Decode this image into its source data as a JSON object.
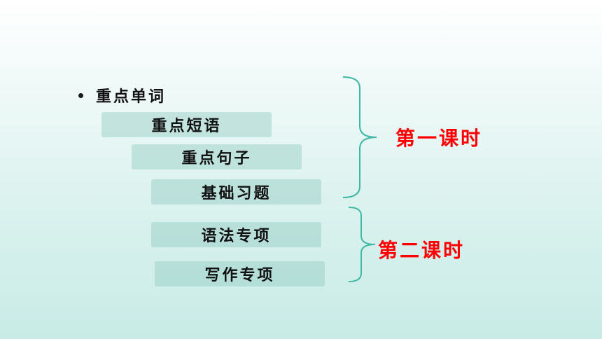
{
  "bullet": {
    "label": "重点单词"
  },
  "items": [
    {
      "label": "重点短语"
    },
    {
      "label": "重点句子"
    },
    {
      "label": "基础习题"
    },
    {
      "label": "语法专项"
    },
    {
      "label": "写作专项"
    }
  ],
  "lessons": [
    {
      "label": "第一课时",
      "color": "#ff0000"
    },
    {
      "label": "第二课时",
      "color": "#ff0000"
    }
  ],
  "colors": {
    "brace": "#3fb8a6",
    "box": "#8cc8be",
    "text": "#111111"
  }
}
